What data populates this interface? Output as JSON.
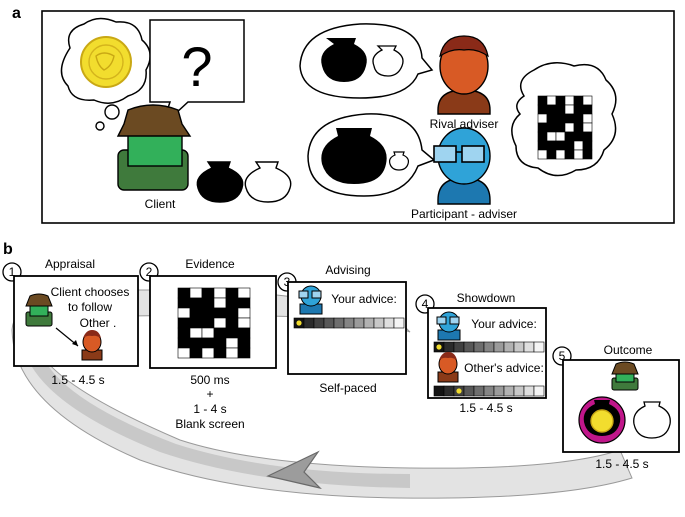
{
  "panel_a": {
    "letter": "a",
    "question_mark": "?",
    "client_label": "Client",
    "rival_label": "Rival adviser",
    "participant_label": "Participant - adviser"
  },
  "panel_b": {
    "letter": "b",
    "steps": [
      {
        "number": "1",
        "title": "Appraisal",
        "text_line1": "Client chooses",
        "text_line2": "to follow",
        "text_line3": "Other .",
        "timing": "1.5 - 4.5 s"
      },
      {
        "number": "2",
        "title": "Evidence",
        "timing_line1": "500 ms",
        "timing_line2": "+",
        "timing_line3": "1 - 4 s",
        "timing_line4": "Blank screen"
      },
      {
        "number": "3",
        "title": "Advising",
        "advice_label": "Your advice:",
        "timing": "Self-paced"
      },
      {
        "number": "4",
        "title": "Showdown",
        "advice_label": "Your advice:",
        "other_label": "Other's advice:",
        "timing": "1.5 - 4.5 s"
      },
      {
        "number": "5",
        "title": "Outcome",
        "timing": "1.5 - 4.5 s"
      }
    ]
  },
  "colors": {
    "client_hat": "#6b4a22",
    "client_body": "#3a8a3a",
    "rival": "#d85a25",
    "participant": "#2fa3d8",
    "coin": "#f2dd2e",
    "outcome_ring": "#c0168a",
    "arrow_grey": "#b8b8b8"
  }
}
